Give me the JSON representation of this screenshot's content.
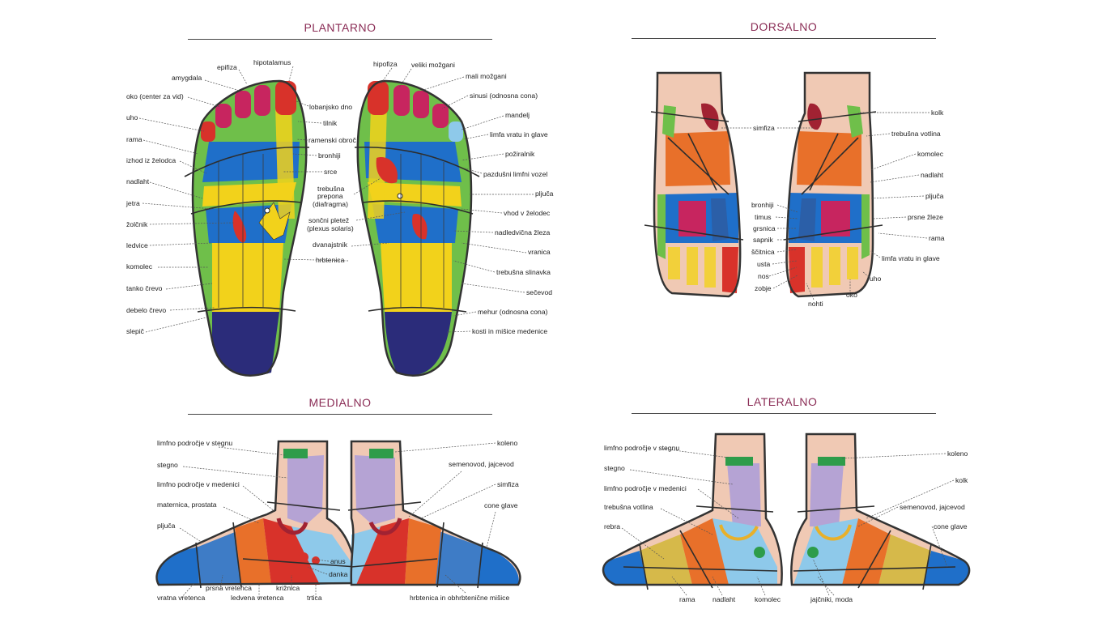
{
  "panels": {
    "plantar": {
      "title": "PLANTARNO",
      "left_labels": [
        "epifiza",
        "hipotalamus",
        "amygdala",
        "oko (center za vid)",
        "uho",
        "rama",
        "izhod iz želodca",
        "nadlaht",
        "jetra",
        "žolčnik",
        "ledvice",
        "komolec",
        "tanko črevo",
        "debelo črevo",
        "slepič"
      ],
      "center_labels": [
        "lobanjsko dno",
        "tilnik",
        "ramenski obroč",
        "bronhiji",
        "srce",
        "trebušna",
        "prepona",
        "(diafragma)",
        "sončni pletež",
        "(plexus solaris)",
        "dvanajstnik",
        "hrbtenica"
      ],
      "right_labels": [
        "hipofiza",
        "veliki možgani",
        "mali možgani",
        "sinusi (odnosna cona)",
        "mandelj",
        "limfa vratu in glave",
        "požiralnik",
        "pazdušni limfni vozel",
        "pljuča",
        "vhod v želodec",
        "nadledvična žleza",
        "vranica",
        "trebušna slinavka",
        "sečevod",
        "mehur (odnosna cona)",
        "kosti in mišice medenice"
      ]
    },
    "dorsal": {
      "title": "DORSALNO",
      "center_labels": [
        "simfiza",
        "bronhiji",
        "timus",
        "grsnica",
        "sapnik",
        "ščitnica",
        "usta",
        "nos",
        "zobje",
        "nohti"
      ],
      "right_labels": [
        "kolk",
        "trebušna votlina",
        "komolec",
        "nadlaht",
        "pljuča",
        "prsne žleze",
        "rama",
        "limfa vratu in glave",
        "uho",
        "oko"
      ]
    },
    "medial": {
      "title": "MEDIALNO",
      "left_labels": [
        "limfno področje v stegnu",
        "stegno",
        "limfno področje v medenici",
        "maternica, prostata",
        "pljuča"
      ],
      "bottom_labels": [
        "prsna vretenca",
        "vratna vretenca",
        "ledvena vretenca",
        "križnica",
        "trtica"
      ],
      "middle_labels": [
        "anus",
        "danka"
      ],
      "right_labels": [
        "koleno",
        "semenovod, jajcevod",
        "simfiza",
        "cone glave",
        "hrbtenica in obhrbtenične mišice"
      ]
    },
    "lateral": {
      "title": "LATERALNO",
      "left_labels": [
        "limfno področje v stegnu",
        "stegno",
        "limfno področje v medenici",
        "trebušna votlina",
        "rebra"
      ],
      "bottom_labels": [
        "rama",
        "nadlaht",
        "komolec",
        "jajčniki, moda"
      ],
      "right_labels": [
        "koleno",
        "kolk",
        "semenovod, jajcevod",
        "cone glave"
      ]
    }
  },
  "colors": {
    "title": "#8a2c55",
    "green": "#6fbf4a",
    "blue": "#1f6fc9",
    "lightblue": "#8ec9ea",
    "yellow": "#f2d21b",
    "red": "#d8322a",
    "orange": "#e8702a",
    "navy": "#2b2c7a",
    "magenta": "#c7255f",
    "skin": "#f0c9b4",
    "lavender": "#b5a3d4",
    "brown": "#9c6a3a"
  }
}
